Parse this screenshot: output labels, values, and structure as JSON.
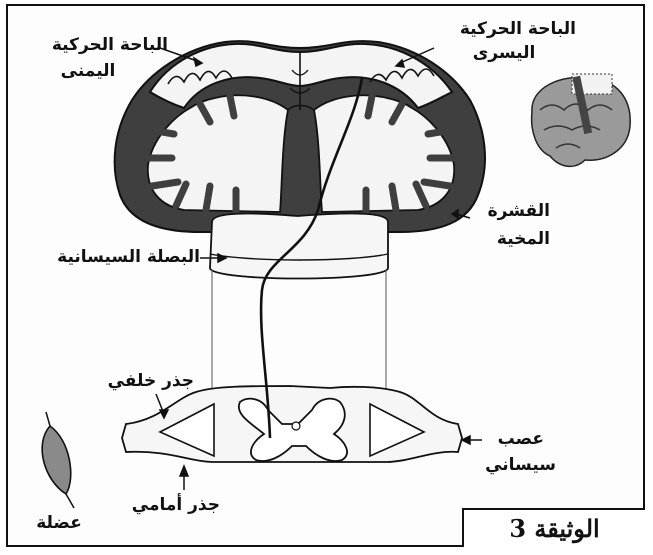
{
  "labels": {
    "right_motor_area_l1": "الباحة الحركية",
    "right_motor_area_l2": "اليمنى",
    "left_motor_area_l1": "الباحة الحركية",
    "left_motor_area_l2": "اليسرى",
    "cortex_l1": "القشرة",
    "cortex_l2": "المخية",
    "medulla": "البصلة السيسانية",
    "posterior_root": "جذر خلفي",
    "anterior_root": "جذر أمامي",
    "spinal_nerve_l1": "عصب",
    "spinal_nerve_l2": "سيساني",
    "muscle": "عضلة"
  },
  "document_title": "الوثيقة 3",
  "colors": {
    "cortex_dark": "#3f3f3f",
    "white_matter": "#f4f4f4",
    "line": "#111111"
  }
}
